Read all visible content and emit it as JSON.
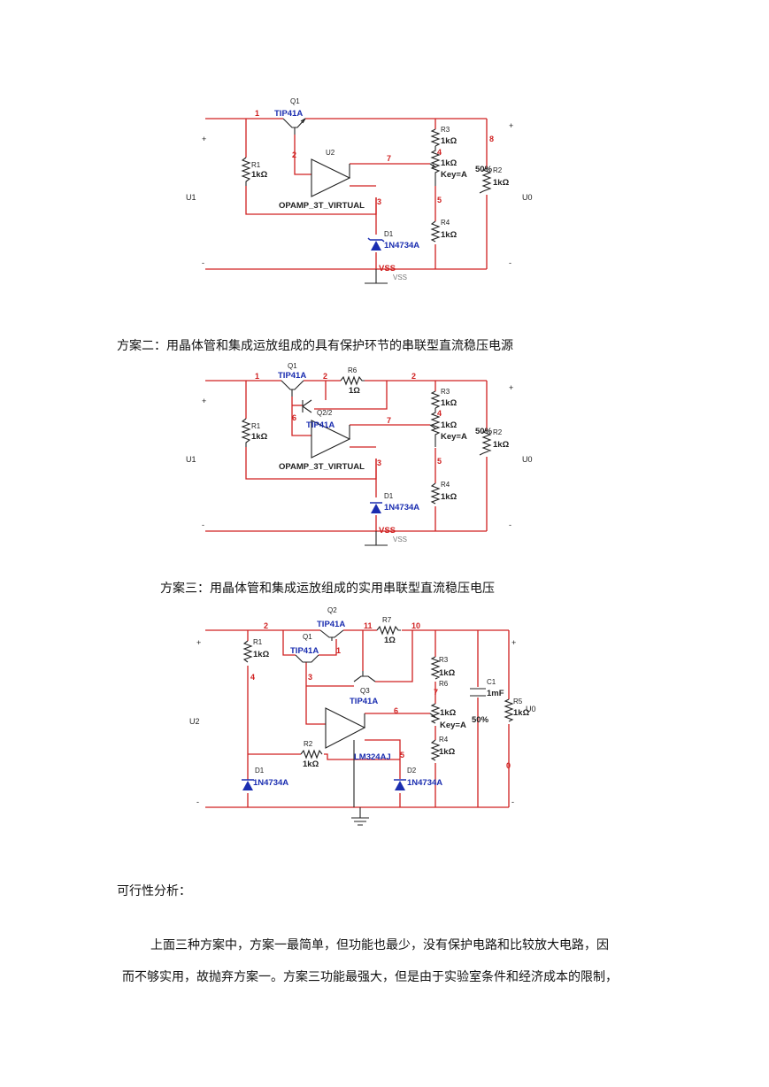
{
  "schemes": [
    {
      "title": "",
      "labels": {
        "q1_ref": "Q1",
        "q1_part": "TIP41A",
        "r1_ref": "R1",
        "r1_val": "1kΩ",
        "u2_ref": "U2",
        "opamp_part": "OPAMP_3T_VIRTUAL",
        "r3_ref": "R3",
        "r3_val": "1kΩ",
        "pot_val": "1kΩ",
        "pot_key": "Key=A",
        "pot_pct": "50%",
        "r2_ref": "R2",
        "r2_val": "1kΩ",
        "r4_ref": "R4",
        "r4_val": "1kΩ",
        "d1_ref": "D1",
        "d1_part": "1N4734A",
        "vss_label": "VSS",
        "vss_gray": "VSS",
        "u1": "U1",
        "u0": "U0",
        "plus": "+",
        "minus": "-",
        "n1": "1",
        "n2": "2",
        "n3": "3",
        "n4": "4",
        "n5": "5",
        "n7": "7",
        "n8": "8"
      }
    },
    {
      "title": "方案二：用晶体管和集成运放组成的具有保护环节的串联型直流稳压电源",
      "labels": {
        "q1_ref": "Q1",
        "q1_part": "TIP41A",
        "q2_ref": "Q2/2",
        "r6_ref": "R6",
        "r6_val": "1Ω",
        "r1_ref": "R1",
        "r1_val": "1kΩ",
        "opamp_part": "OPAMP_3T_VIRTUAL",
        "r3_ref": "R3",
        "r3_val": "1kΩ",
        "pot_val": "1kΩ",
        "pot_key": "Key=A",
        "pot_pct": "50%",
        "r2_ref": "R2",
        "r2_val": "1kΩ",
        "r4_ref": "R4",
        "r4_val": "1kΩ",
        "d1_ref": "D1",
        "d1_part": "1N4734A",
        "vss_label": "VSS",
        "vss_gray": "VSS",
        "u1": "U1",
        "u0": "U0",
        "plus": "+",
        "minus": "-",
        "n1": "1",
        "n2": "2",
        "n3": "3",
        "n4": "4",
        "n5": "5",
        "n6": "6",
        "n7": "7"
      }
    },
    {
      "title": "方案三：用晶体管和集成运放组成的实用串联型直流稳压电压",
      "labels": {
        "q2_ref": "Q2",
        "q2_part": "TIP41A",
        "q1_ref": "Q1",
        "q1_part": "TIP41A",
        "r7_ref": "R7",
        "r7_val": "1Ω",
        "q3_ref": "Q3",
        "q3_part": "TIP41A",
        "r1_ref": "R1",
        "r1_val": "1kΩ",
        "r2_ref": "R2",
        "r2_val": "1kΩ",
        "r3_ref": "R3",
        "r3_val": "1kΩ",
        "r6_ref": "R6",
        "pot_val": "1kΩ",
        "pot_key": "Key=A",
        "pot_pct": "50%",
        "r4_ref": "R4",
        "r4_val": "1kΩ",
        "c1_ref": "C1",
        "c1_val": "1mF",
        "r5_ref": "R5",
        "r5_val": "1kΩ",
        "opamp_part": "LM324AJ",
        "d1_ref": "D1",
        "d1_part": "1N4734A",
        "d2_ref": "D2",
        "d2_part": "1N4734A",
        "u2": "U2",
        "u0": "U0",
        "plus": "+",
        "minus": "-",
        "n0": "0",
        "n1": "1",
        "n2": "2",
        "n3": "3",
        "n4": "4",
        "n5": "5",
        "n6": "6",
        "n7": "7",
        "n10": "10",
        "n11": "11"
      }
    }
  ],
  "analysis": {
    "heading": "可行性分析：",
    "line1": "上面三种方案中，方案一最简单，但功能也最少，没有保护电路和比较放大电路，因",
    "line2": "而不够实用，故抛弃方案一。方案三功能最强大，但是由于实验室条件和经济成本的限制，"
  }
}
